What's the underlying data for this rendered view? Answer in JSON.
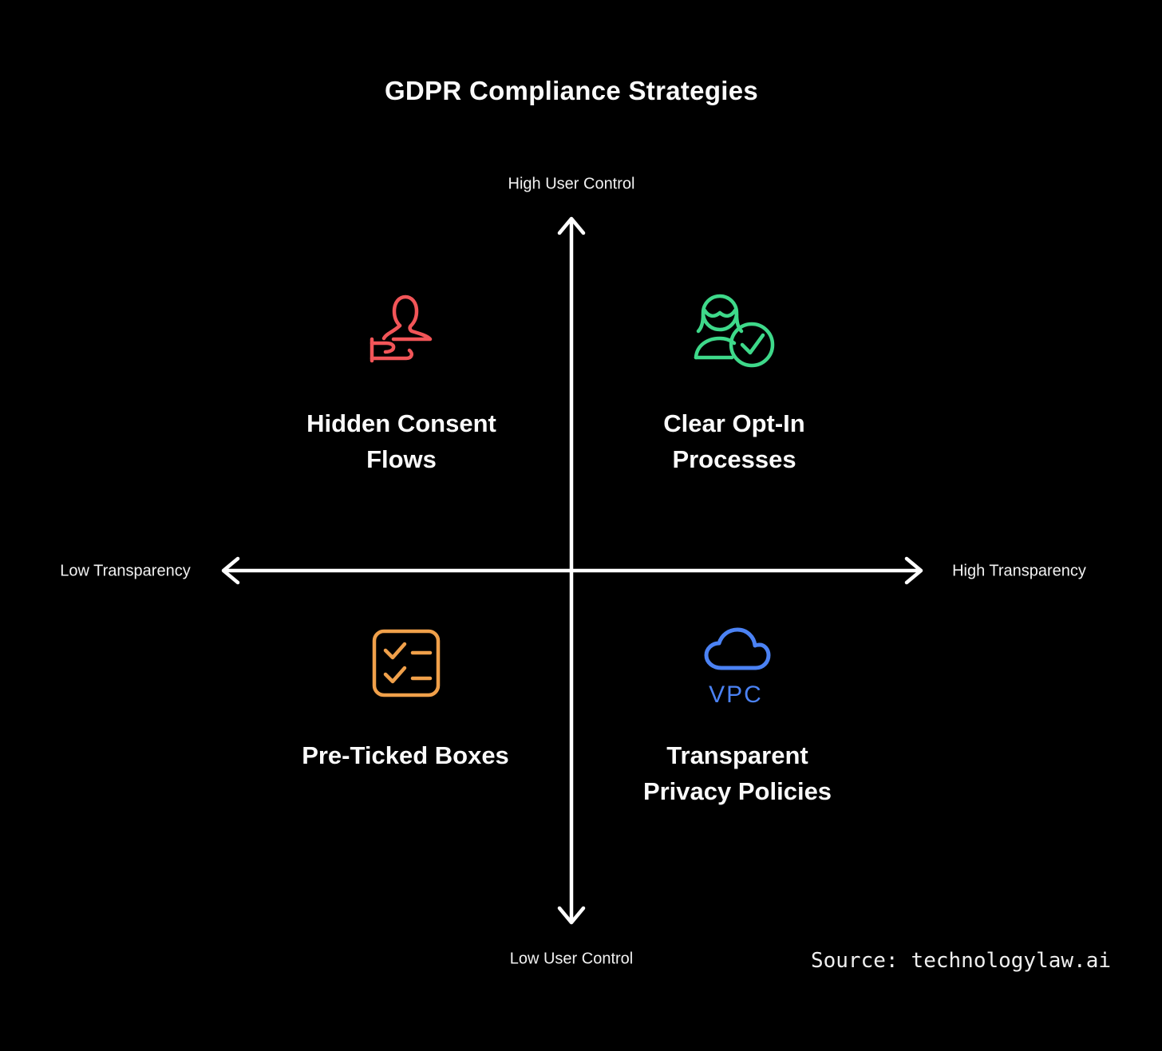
{
  "background": "#000000",
  "title": "GDPR Compliance Strategies",
  "axes": {
    "color": "#ffffff",
    "top_label": "High User Control",
    "bottom_label": "Low User Control",
    "left_label": "Low Transparency",
    "right_label": "High Transparency"
  },
  "quadrants": {
    "top_left": {
      "lines": [
        "Hidden Consent",
        "Flows"
      ],
      "icon": "hand-user-icon",
      "color": "#f25558"
    },
    "top_right": {
      "lines": [
        "Clear Opt-In",
        "Processes"
      ],
      "icon": "user-check-icon",
      "color": "#3ed98a"
    },
    "bottom_left": {
      "lines": [
        "Pre-Ticked Boxes"
      ],
      "icon": "checklist-icon",
      "color": "#f0a04a"
    },
    "bottom_right": {
      "lines": [
        "Transparent",
        "Privacy Policies"
      ],
      "icon": "cloud-vpc-icon",
      "icon_text": "VPC",
      "color": "#4b82f4"
    }
  },
  "source": {
    "prefix": "Source:",
    "value": "technologylaw.ai"
  }
}
